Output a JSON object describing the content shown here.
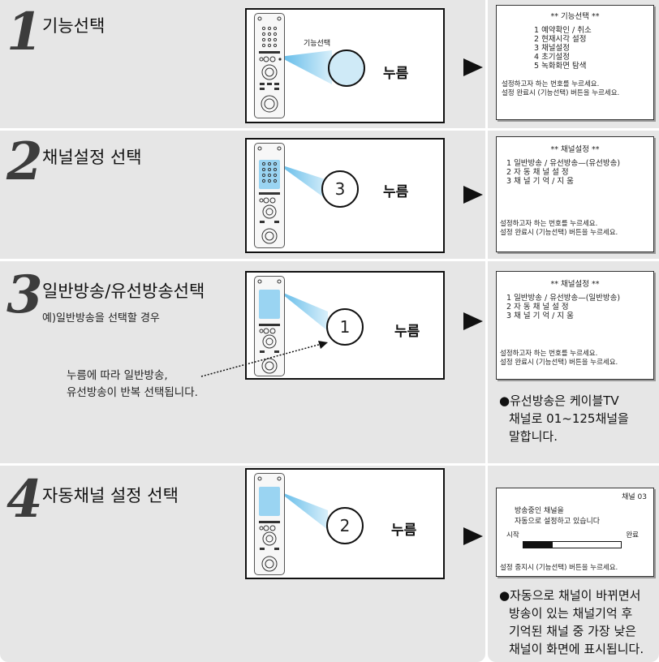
{
  "steps": [
    {
      "num": "1",
      "title": "기능선택",
      "panel_label": "기능선택",
      "button": "",
      "press": "누름",
      "screen": {
        "title": "** 기능선택 **",
        "lines": [
          "1  예약확인  /  취소",
          "2  현재시각  설정",
          "3  채널설정",
          "4  초기설정",
          "5  녹화화면  탐색"
        ],
        "footer": [
          "설정하고자 하는 번호를 누르세요.",
          "설정 완료시 (기능선택) 버튼을 누르세요."
        ]
      }
    },
    {
      "num": "2",
      "title": "채널설정 선택",
      "button": "3",
      "press": "누름",
      "screen": {
        "title": "** 채널설정 **",
        "lines": [
          "1 일반방송 / 유선방송—(유선방송)",
          "2 자 동  채 널  설 정",
          "3 채 널  기 억  /  지 움"
        ],
        "footer": [
          "설정하고자 하는 번호를 누르세요.",
          "설정 완료시 (기능선택) 버튼을 누르세요."
        ]
      }
    },
    {
      "num": "3",
      "title": "일반방송/유선방송선택",
      "subtitle": "예)일반방송을 선택할 경우",
      "note": [
        "누름에 따라 일반방송,",
        "유선방송이 반복 선택됩니다."
      ],
      "button": "1",
      "press": "누름",
      "screen": {
        "title": "** 채널설정 **",
        "lines": [
          "1 일반방송 / 유선방송—(일반방송)",
          "2 자 동  채 널  설 정",
          "3 채 널  기 억  /  지 움"
        ],
        "footer": [
          "설정하고자 하는 번호를 누르세요.",
          "설정 완료시 (기능선택) 버튼을 누르세요."
        ]
      },
      "bullet": [
        "●유선방송은 케이블TV",
        "채널로 01~125채널을",
        "말합니다."
      ]
    },
    {
      "num": "4",
      "title": "자동채널 설정 선택",
      "button": "2",
      "press": "누름",
      "screen": {
        "channel": "채널 03",
        "lines": [
          "방송중인 채널을",
          "자동으로 설정하고 있습니다"
        ],
        "start": "시작",
        "end": "완료",
        "progress": 0.3,
        "footer": [
          "설정 중지시 (기능선택) 버튼을 누르세요."
        ]
      },
      "bullet": [
        "●자동으로 채널이 바뀌면서",
        "방송이 있는 채널기억 후",
        "기억된 채널 중 가장 낮은",
        "채널이 화면에 표시됩니다."
      ]
    }
  ],
  "colors": {
    "background": "#e6e6e6",
    "highlight": "#9ad4f2",
    "beam": "#5bb8e8"
  }
}
